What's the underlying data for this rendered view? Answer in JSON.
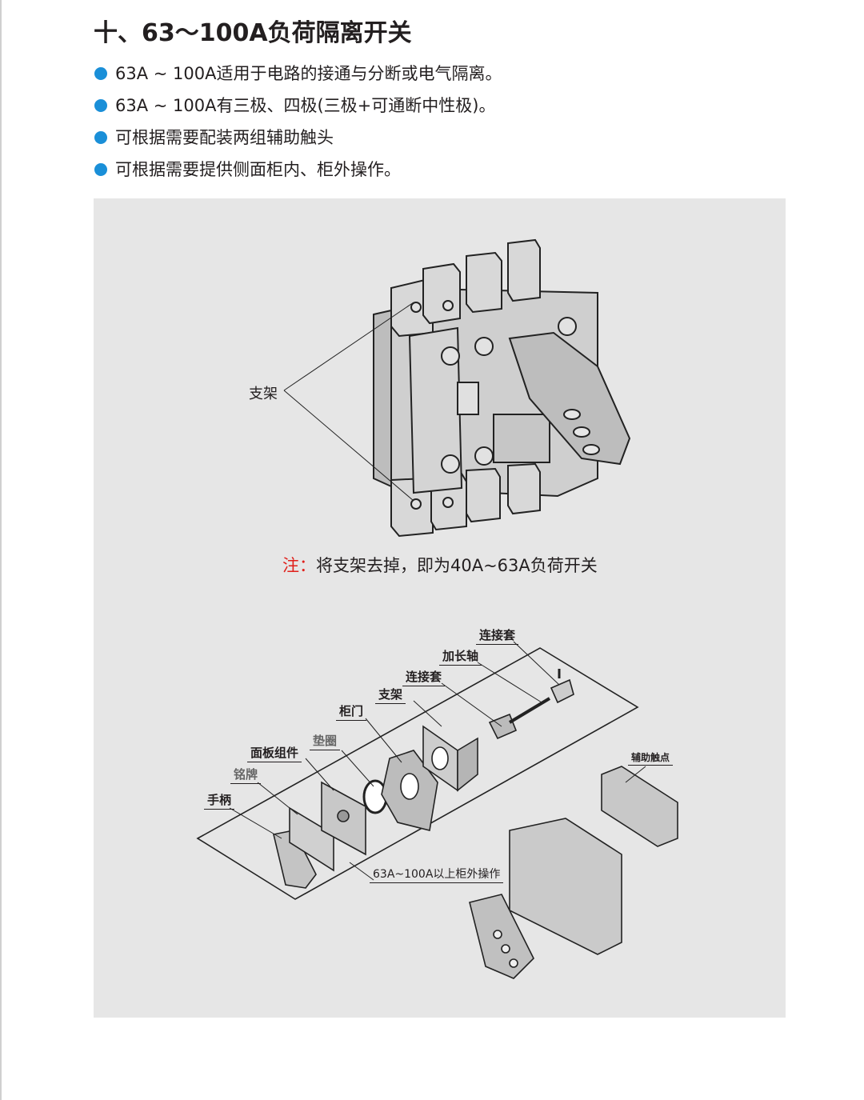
{
  "title": "十、63～100A负荷隔离开关",
  "bullets": [
    "63A ~ 100A适用于电路的接通与分断或电气隔离。",
    "63A ~ 100A有三极、四极(三极+可通断中性极)。",
    "可根据需要配装两组辅助触头",
    "可根据需要提供侧面柜内、柜外操作。"
  ],
  "colors": {
    "bullet": "#1a8fd8",
    "note_prefix": "#e0201b",
    "panel": "#e6e6e6"
  },
  "figure1": {
    "bracket_label": "支架",
    "note_prefix": "注：",
    "note_text": "将支架去掉，即为40A~63A负荷开关"
  },
  "figure2": {
    "labels": {
      "coupler_top": "连接套",
      "extension_shaft": "加长轴",
      "coupler": "连接套",
      "bracket": "支架",
      "cabinet_door": "柜门",
      "gasket": "垫圈",
      "panel_assembly": "面板组件",
      "nameplate": "铭牌",
      "handle": "手柄",
      "aux_contact": "辅助触点",
      "external_operation": "63A~100A以上柜外操作"
    }
  }
}
